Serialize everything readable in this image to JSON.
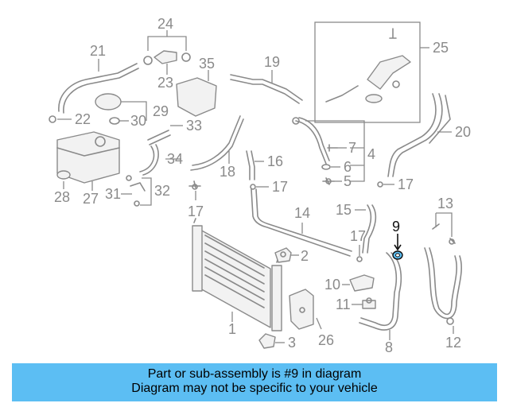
{
  "diagram": {
    "callouts": [
      "1",
      "2",
      "3",
      "4",
      "5",
      "6",
      "7",
      "8",
      "9",
      "10",
      "11",
      "12",
      "13",
      "14",
      "15",
      "16",
      "17",
      "17",
      "17",
      "17",
      "18",
      "19",
      "20",
      "21",
      "22",
      "23",
      "24",
      "25",
      "26",
      "27",
      "28",
      "29",
      "30",
      "31",
      "32",
      "33",
      "34",
      "35"
    ],
    "highlighted": "9",
    "highlight_color": "#5cbef3"
  },
  "banner": {
    "line1": "Part or sub-assembly is #9 in diagram",
    "line2": "Diagram may not be specific to your vehicle",
    "color": "#5cbef3"
  }
}
